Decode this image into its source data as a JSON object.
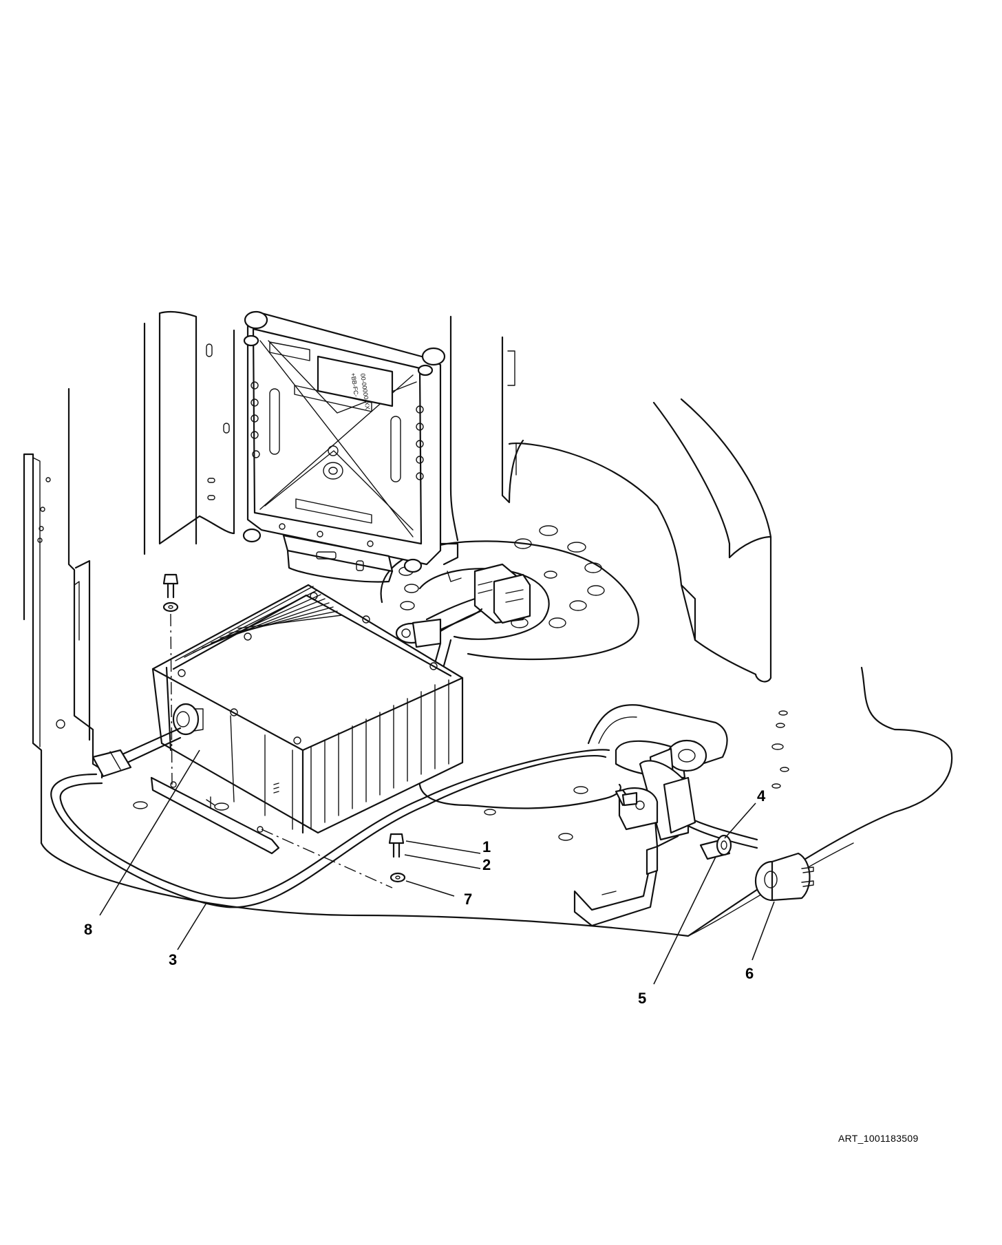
{
  "diagram": {
    "art_id": "ART_1001183509",
    "module_label_1": "+BB-FC-",
    "module_label_2": "00-00000-XX"
  },
  "callouts": [
    {
      "label": "1"
    },
    {
      "label": "2"
    },
    {
      "label": "3"
    },
    {
      "label": "4"
    },
    {
      "label": "5"
    },
    {
      "label": "6"
    },
    {
      "label": "7"
    },
    {
      "label": "8"
    }
  ]
}
